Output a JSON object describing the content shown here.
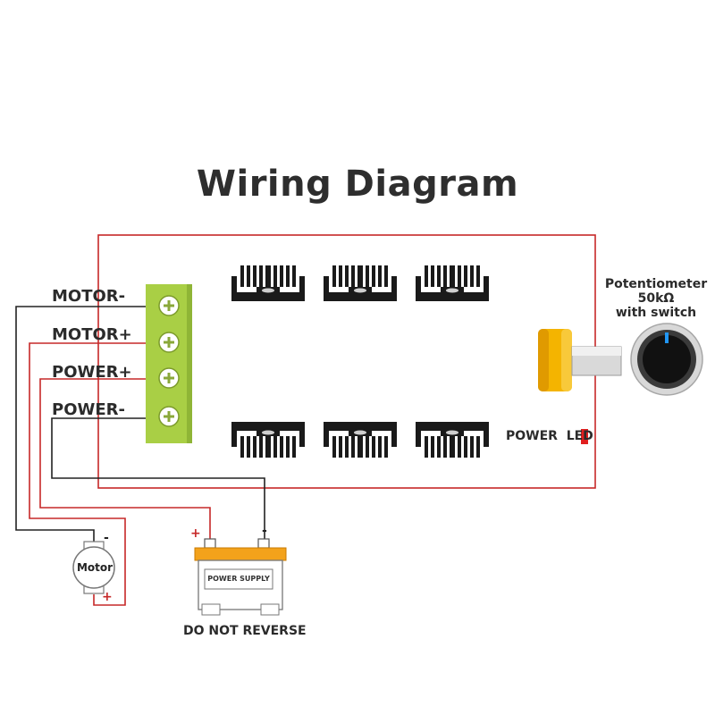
{
  "title": "Wiring Diagram",
  "terminals": [
    {
      "label": "MOTOR-"
    },
    {
      "label": "MOTOR+"
    },
    {
      "label": "POWER+"
    },
    {
      "label": "POWER-"
    }
  ],
  "potentiometer": {
    "line1": "Potentiometer",
    "line2": "50kΩ",
    "line3": "with switch"
  },
  "power_led": {
    "label": "POWER  LED"
  },
  "power_supply": {
    "label": "POWER SUPPLY",
    "plus": "+",
    "minus": "-"
  },
  "motor": {
    "label": "Motor",
    "plus": "+",
    "minus": "-"
  },
  "warning": "DO NOT REVERSE",
  "colors": {
    "board_outline": "#c62828",
    "terminal_block": "#a9cf45",
    "knob_shaft": "#f4b400",
    "power_led": "#e01f1f",
    "battery_top": "#f3a21b",
    "wire_red": "#c62828",
    "wire_black": "#222222"
  }
}
